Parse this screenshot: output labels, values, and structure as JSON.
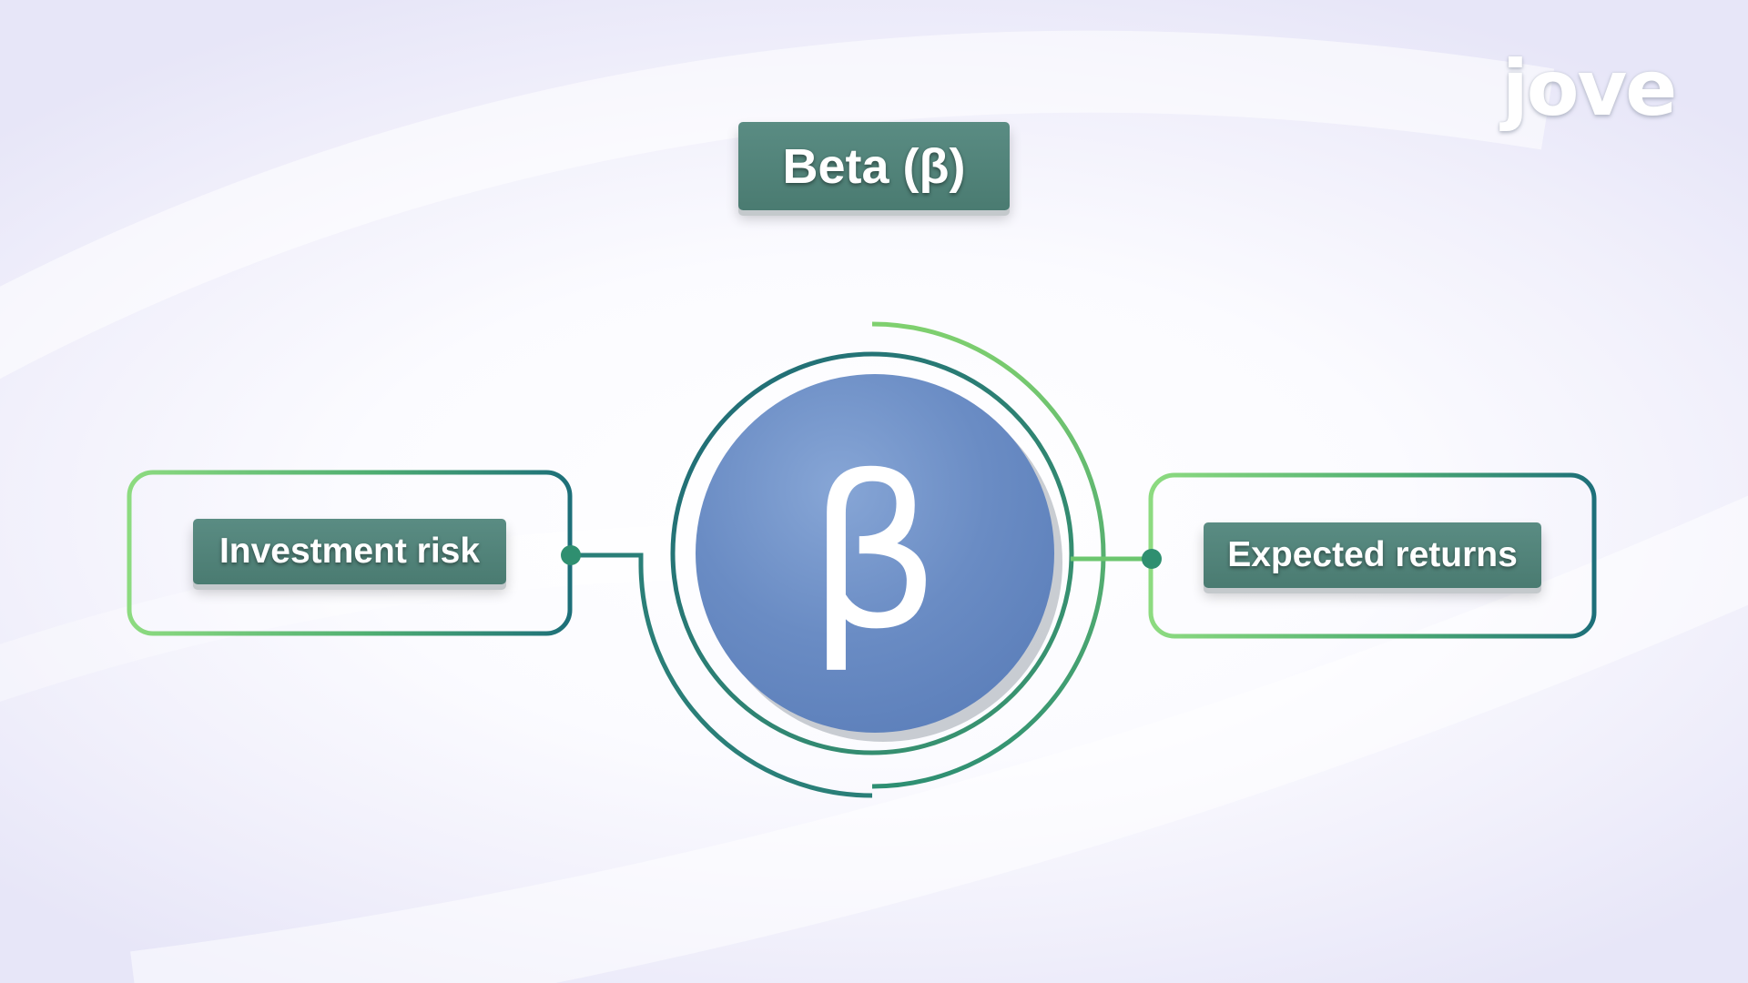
{
  "title": "Beta (β)",
  "center_symbol": "β",
  "left_box": {
    "label": "Investment risk"
  },
  "right_box": {
    "label": "Expected returns"
  },
  "logo": {
    "text": "jove"
  },
  "colors": {
    "badge_fill": "#52837a",
    "badge_shadow": "#c4c9cc",
    "circle_fill": "#6789c2",
    "ring_dark": "#1f6f7a",
    "ring_light": "#7fcf70",
    "frame_light": "#86d77a",
    "frame_dark": "#1d6f79",
    "connector_dot": "#2f8f70"
  }
}
